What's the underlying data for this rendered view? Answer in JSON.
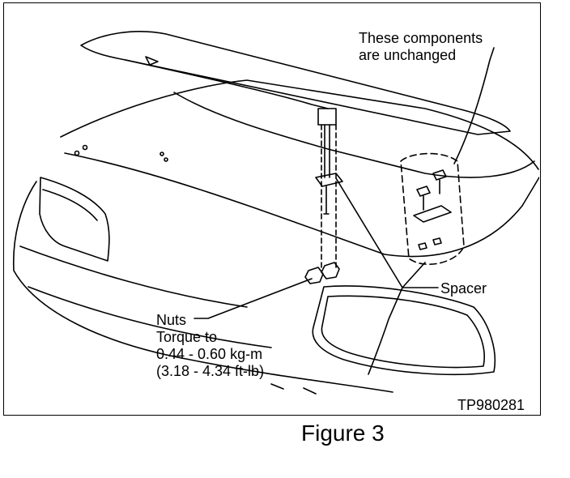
{
  "callouts": {
    "components": {
      "line1": "These components",
      "line2": "are unchanged"
    },
    "spacer": "Spacer",
    "nuts": {
      "line1": "Nuts",
      "line2": "Torque to",
      "line3": "0.44 - 0.60 kg-m",
      "line4": "(3.18 - 4.34 ft-lb)"
    }
  },
  "diagram_code": "TP980281",
  "figure_caption": "Figure 3"
}
